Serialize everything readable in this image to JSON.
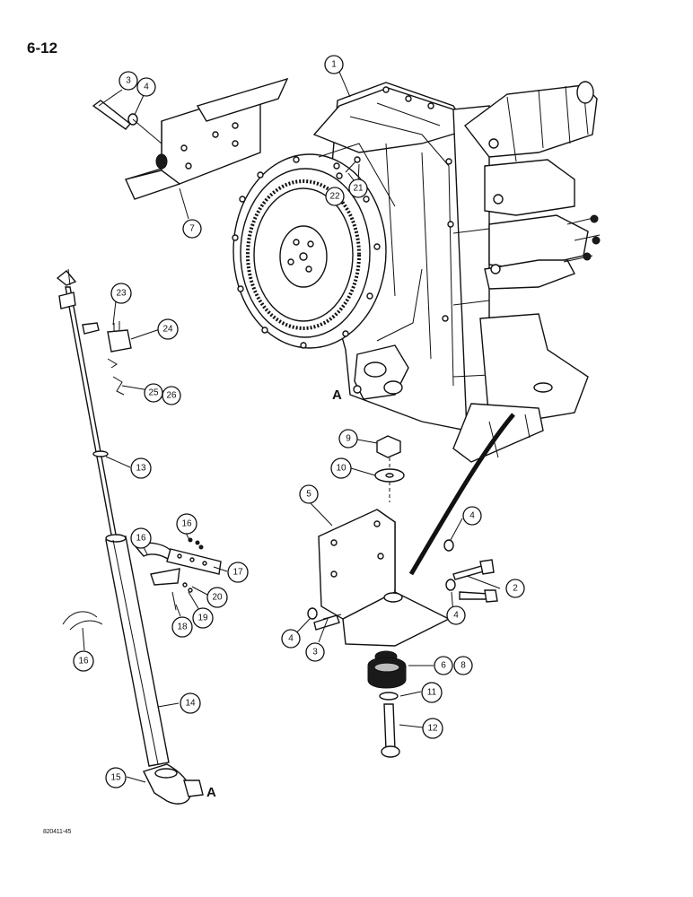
{
  "page": {
    "number": "6-12",
    "figure_code": "820411-45"
  },
  "callouts": [
    {
      "id": "c1",
      "label": "1"
    },
    {
      "id": "c2",
      "label": "2"
    },
    {
      "id": "c3a",
      "label": "3"
    },
    {
      "id": "c3b",
      "label": "3"
    },
    {
      "id": "c4a",
      "label": "4"
    },
    {
      "id": "c4b",
      "label": "4"
    },
    {
      "id": "c4c",
      "label": "4"
    },
    {
      "id": "c4d",
      "label": "4"
    },
    {
      "id": "c5",
      "label": "5"
    },
    {
      "id": "c6",
      "label": "6"
    },
    {
      "id": "c8",
      "label": "8"
    },
    {
      "id": "c7",
      "label": "7"
    },
    {
      "id": "c9",
      "label": "9"
    },
    {
      "id": "c10",
      "label": "10"
    },
    {
      "id": "c11",
      "label": "11"
    },
    {
      "id": "c12",
      "label": "12"
    },
    {
      "id": "c13",
      "label": "13"
    },
    {
      "id": "c14",
      "label": "14"
    },
    {
      "id": "c15",
      "label": "15"
    },
    {
      "id": "c16a",
      "label": "16"
    },
    {
      "id": "c16b",
      "label": "16"
    },
    {
      "id": "c16c",
      "label": "16"
    },
    {
      "id": "c17",
      "label": "17"
    },
    {
      "id": "c18",
      "label": "18"
    },
    {
      "id": "c19",
      "label": "19"
    },
    {
      "id": "c20",
      "label": "20"
    },
    {
      "id": "c21",
      "label": "21"
    },
    {
      "id": "c22",
      "label": "22"
    },
    {
      "id": "c23",
      "label": "23"
    },
    {
      "id": "c24",
      "label": "24"
    },
    {
      "id": "c25",
      "label": "25"
    },
    {
      "id": "c26",
      "label": "26"
    }
  ],
  "reference_letters": {
    "upper": "A",
    "lower": "A"
  }
}
